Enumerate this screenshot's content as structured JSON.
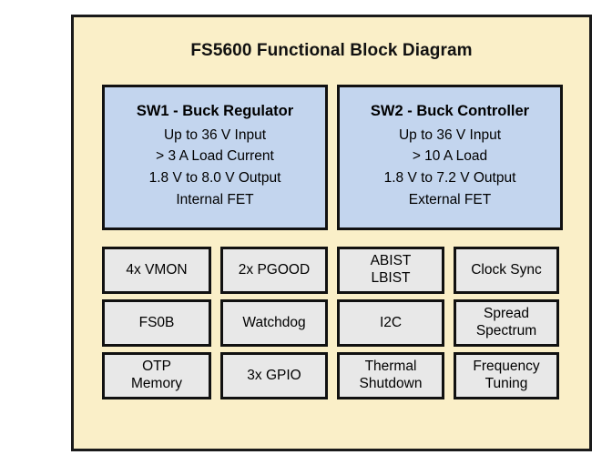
{
  "diagram": {
    "title": "FS5600 Functional Block Diagram",
    "colors": {
      "panel_background": "#FAEFC8",
      "switcher_fill": "#C3D5EE",
      "feature_fill": "#E8E8E8",
      "border": "#111111",
      "text": "#000000"
    },
    "switchers": [
      {
        "id": "sw1",
        "title": "SW1 - Buck Regulator",
        "specs": [
          "Up to 36 V Input",
          "> 3 A Load Current",
          "1.8 V to 8.0 V Output",
          "Internal FET"
        ]
      },
      {
        "id": "sw2",
        "title": "SW2 - Buck Controller",
        "specs": [
          "Up to 36 V Input",
          "> 10 A Load",
          "1.8 V to 7.2 V Output",
          "External FET"
        ]
      }
    ],
    "features": [
      {
        "id": "vmon",
        "lines": [
          "4x VMON"
        ]
      },
      {
        "id": "pgood",
        "lines": [
          "2x PGOOD"
        ]
      },
      {
        "id": "abist-lbist",
        "lines": [
          "ABIST",
          "LBIST"
        ]
      },
      {
        "id": "clock-sync",
        "lines": [
          "Clock Sync"
        ]
      },
      {
        "id": "fs0b",
        "lines": [
          "FS0B"
        ]
      },
      {
        "id": "watchdog",
        "lines": [
          "Watchdog"
        ]
      },
      {
        "id": "i2c",
        "lines": [
          "I2C"
        ]
      },
      {
        "id": "spread-spectrum",
        "lines": [
          "Spread",
          "Spectrum"
        ]
      },
      {
        "id": "otp-memory",
        "lines": [
          "OTP",
          "Memory"
        ]
      },
      {
        "id": "gpio",
        "lines": [
          "3x GPIO"
        ]
      },
      {
        "id": "thermal-shutdown",
        "lines": [
          "Thermal",
          "Shutdown"
        ]
      },
      {
        "id": "frequency-tuning",
        "lines": [
          "Frequency",
          "Tuning"
        ]
      }
    ]
  }
}
